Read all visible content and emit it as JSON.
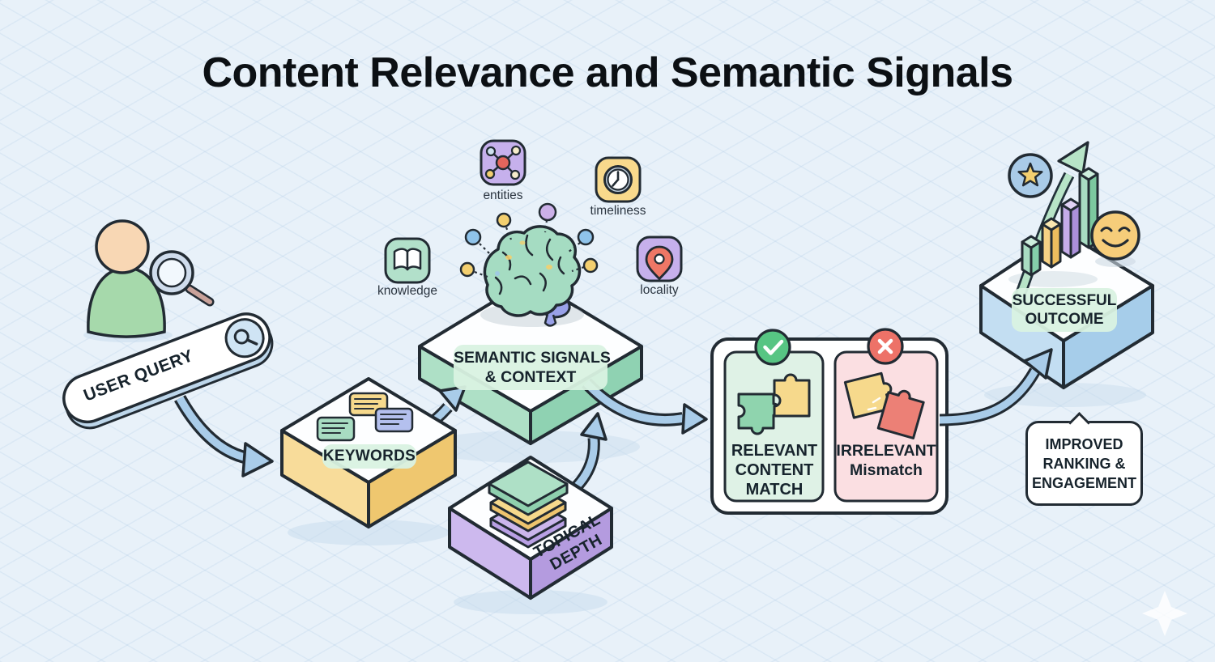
{
  "title": "Content Relevance and Semantic Signals",
  "nodes": {
    "user_query": "USER QUERY",
    "keywords": "KEYWORDS",
    "semantic": {
      "line1": "SEMANTIC SIGNALS",
      "line2": "& CONTEXT"
    },
    "topical": {
      "line1": "TOPICAL",
      "line2": "DEPTH"
    },
    "outcome": {
      "line1": "SUCCESSFUL",
      "line2": "OUTCOME"
    },
    "result": {
      "line1": "IMPROVED",
      "line2": "RANKING &",
      "line3": "ENGAGEMENT"
    }
  },
  "signals": {
    "entities": "entities",
    "timeliness": "timeliness",
    "knowledge": "knowledge",
    "locality": "locality"
  },
  "match_card": {
    "relevant": {
      "line1": "RELEVANT",
      "line2": "CONTENT",
      "line3": "MATCH"
    },
    "irrelevant": {
      "line1": "IRRELEVANT",
      "line2": "Mismatch"
    }
  },
  "colors": {
    "background": "#e8f1f9",
    "outline": "#222b33",
    "keywords_box": "#f6d98c",
    "semantic_box": "#a9dcc0",
    "topical_box": "#c9b4ea",
    "outcome_box": "#bedcf1",
    "arrow": "#a9cce9",
    "success_green": "#57c583",
    "error_red": "#ed7268",
    "label_pill": "#d9f2e2",
    "brain_green": "#a5dcc2",
    "brain_purple": "#99a1e8"
  }
}
